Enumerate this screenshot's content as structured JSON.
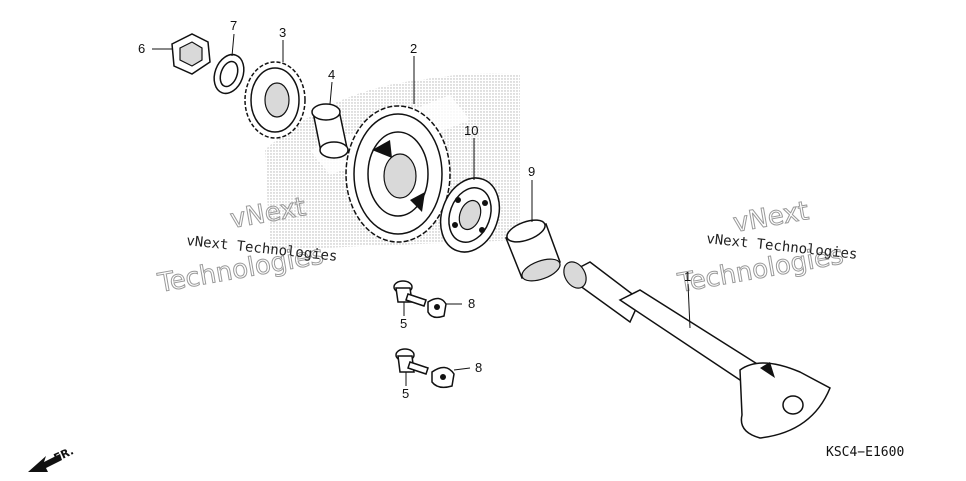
{
  "callouts": {
    "c1": "1",
    "c2": "2",
    "c3": "3",
    "c4": "4",
    "c5a": "5",
    "c5b": "5",
    "c6": "6",
    "c7": "7",
    "c8a": "8",
    "c8b": "8",
    "c9": "9",
    "c10": "10"
  },
  "watermark": {
    "left_line1": "vNext Technologies",
    "left_outline1": "vNext",
    "left_outline2": "Technologies",
    "right_line1": "vNext Technologies",
    "right_outline1": "vNext",
    "right_outline2": "Technologies"
  },
  "diagram_code": "KSC4−E1600",
  "front_marker": "FR."
}
